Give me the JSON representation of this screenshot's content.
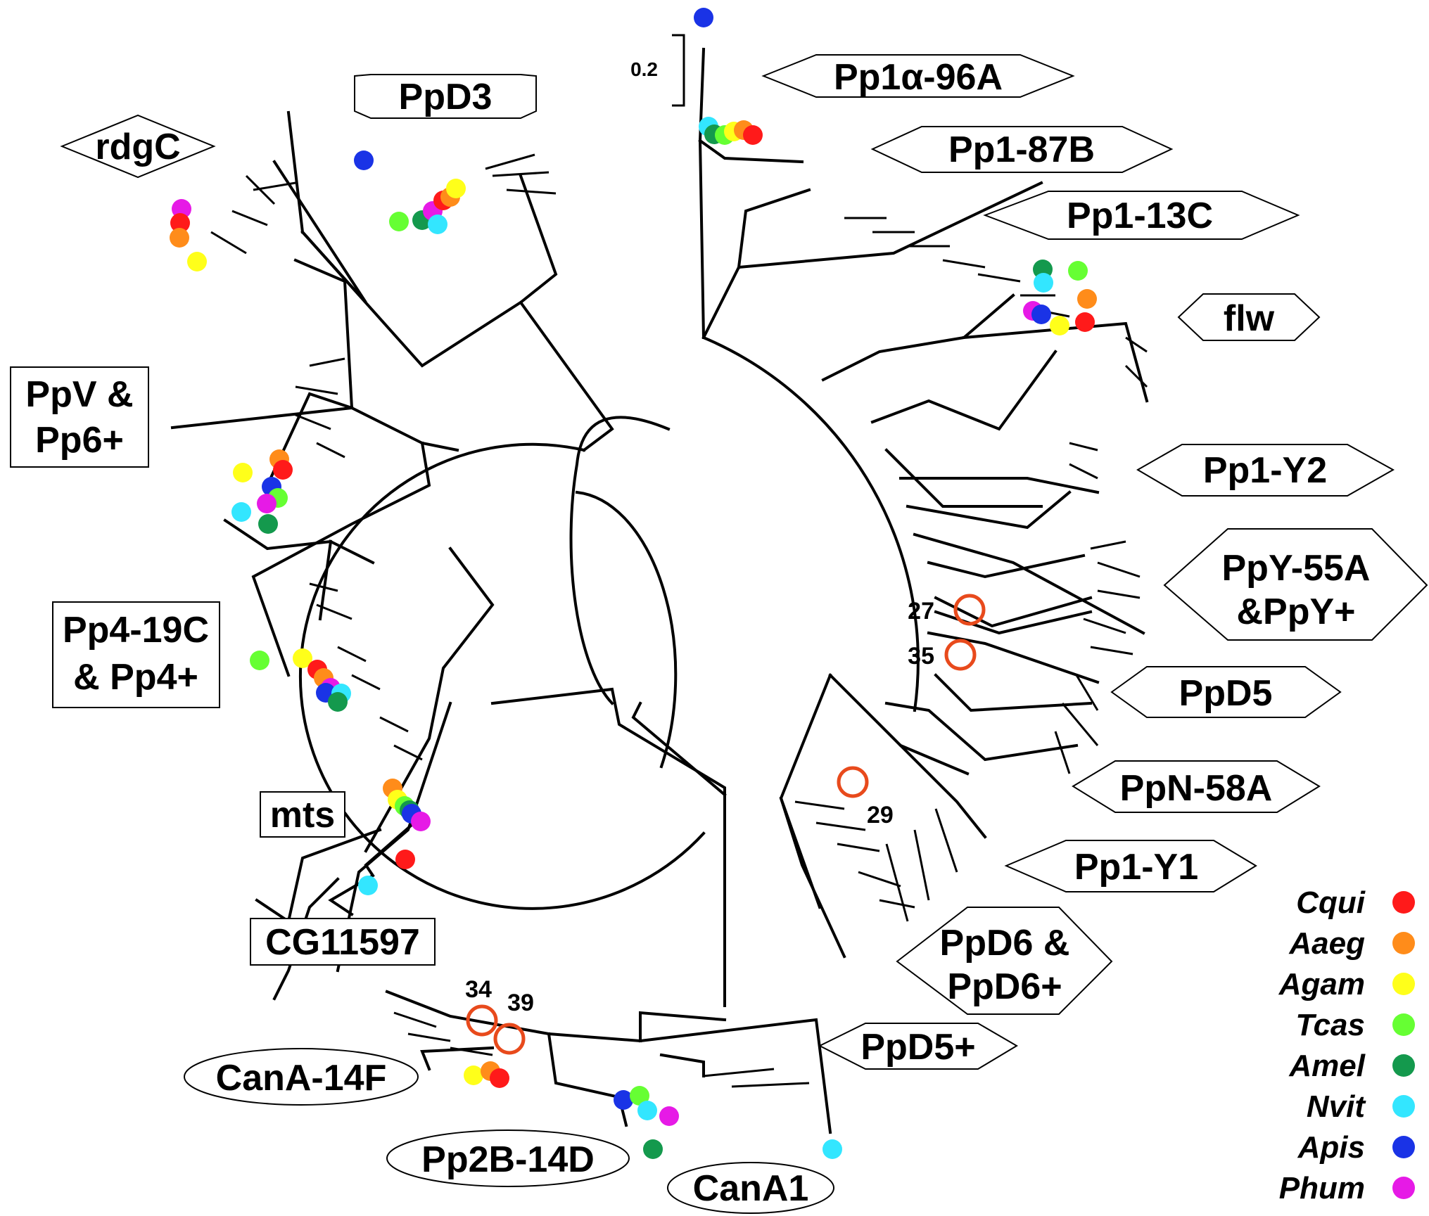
{
  "scale_bar": {
    "label": "0.2"
  },
  "clades": [
    {
      "id": "pp1a96a",
      "label": "Pp1α-96A",
      "shape": "hexagon"
    },
    {
      "id": "pp187b",
      "label": "Pp1-87B",
      "shape": "hexagon"
    },
    {
      "id": "pp113c",
      "label": "Pp1-13C",
      "shape": "hexagon"
    },
    {
      "id": "flw",
      "label": "flw",
      "shape": "hexagon"
    },
    {
      "id": "pp1y2",
      "label": "Pp1-Y2",
      "shape": "hexagon"
    },
    {
      "id": "ppy55a",
      "label": "PpY-55A",
      "label2": "&PpY+",
      "shape": "hexagon"
    },
    {
      "id": "ppd5",
      "label": "PpD5",
      "shape": "hexagon"
    },
    {
      "id": "ppn58a",
      "label": "PpN-58A",
      "shape": "hexagon"
    },
    {
      "id": "pp1y1",
      "label": "Pp1-Y1",
      "shape": "hexagon"
    },
    {
      "id": "ppd6",
      "label": "PpD6 &",
      "label2": "PpD6+",
      "shape": "hexagon"
    },
    {
      "id": "ppd5plus",
      "label": "PpD5+",
      "shape": "hexagon"
    },
    {
      "id": "cana1",
      "label": "CanA1",
      "shape": "ellipse"
    },
    {
      "id": "pp2b14d",
      "label": "Pp2B-14D",
      "shape": "ellipse"
    },
    {
      "id": "cana14f",
      "label": "CanA-14F",
      "shape": "ellipse"
    },
    {
      "id": "cg11597",
      "label": "CG11597",
      "shape": "rect"
    },
    {
      "id": "mts",
      "label": "mts",
      "shape": "rect"
    },
    {
      "id": "pp419c",
      "label": "Pp4-19C",
      "label2": "& Pp4+",
      "shape": "rect"
    },
    {
      "id": "ppv",
      "label": "PpV &",
      "label2": "Pp6+",
      "shape": "rect"
    },
    {
      "id": "rdgc",
      "label": "rdgC",
      "shape": "diamond"
    },
    {
      "id": "ppd3",
      "label": "PpD3",
      "shape": "octagon"
    }
  ],
  "bootstrap_nodes": [
    "27",
    "35",
    "29",
    "34",
    "39"
  ],
  "legend": [
    {
      "species": "Cqui",
      "color": "#ff1a1a"
    },
    {
      "species": "Aaeg",
      "color": "#ff8c1a"
    },
    {
      "species": "Agam",
      "color": "#ffff1a"
    },
    {
      "species": "Tcas",
      "color": "#66ff33"
    },
    {
      "species": "Amel",
      "color": "#14994d"
    },
    {
      "species": "Nvit",
      "color": "#33e6ff"
    },
    {
      "species": "Apis",
      "color": "#1a33e6"
    },
    {
      "species": "Phum",
      "color": "#e61ae6"
    }
  ]
}
